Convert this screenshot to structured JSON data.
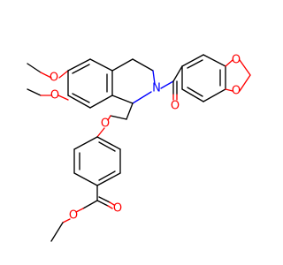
{
  "atom_labels": {
    "o_methoxy_top": "O",
    "o_methoxy_bottom": "O",
    "n_ring": "N",
    "o_carbonyl_amide": "O",
    "o_dioxole_top": "O",
    "o_dioxole_bottom": "O",
    "o_ether": "O",
    "o_ester_carbonyl": "O",
    "o_ester_single": "O"
  },
  "colors": {
    "bond": "#000000",
    "oxygen": "#ff0000",
    "nitrogen": "#0000ff",
    "background": "#ffffff"
  }
}
